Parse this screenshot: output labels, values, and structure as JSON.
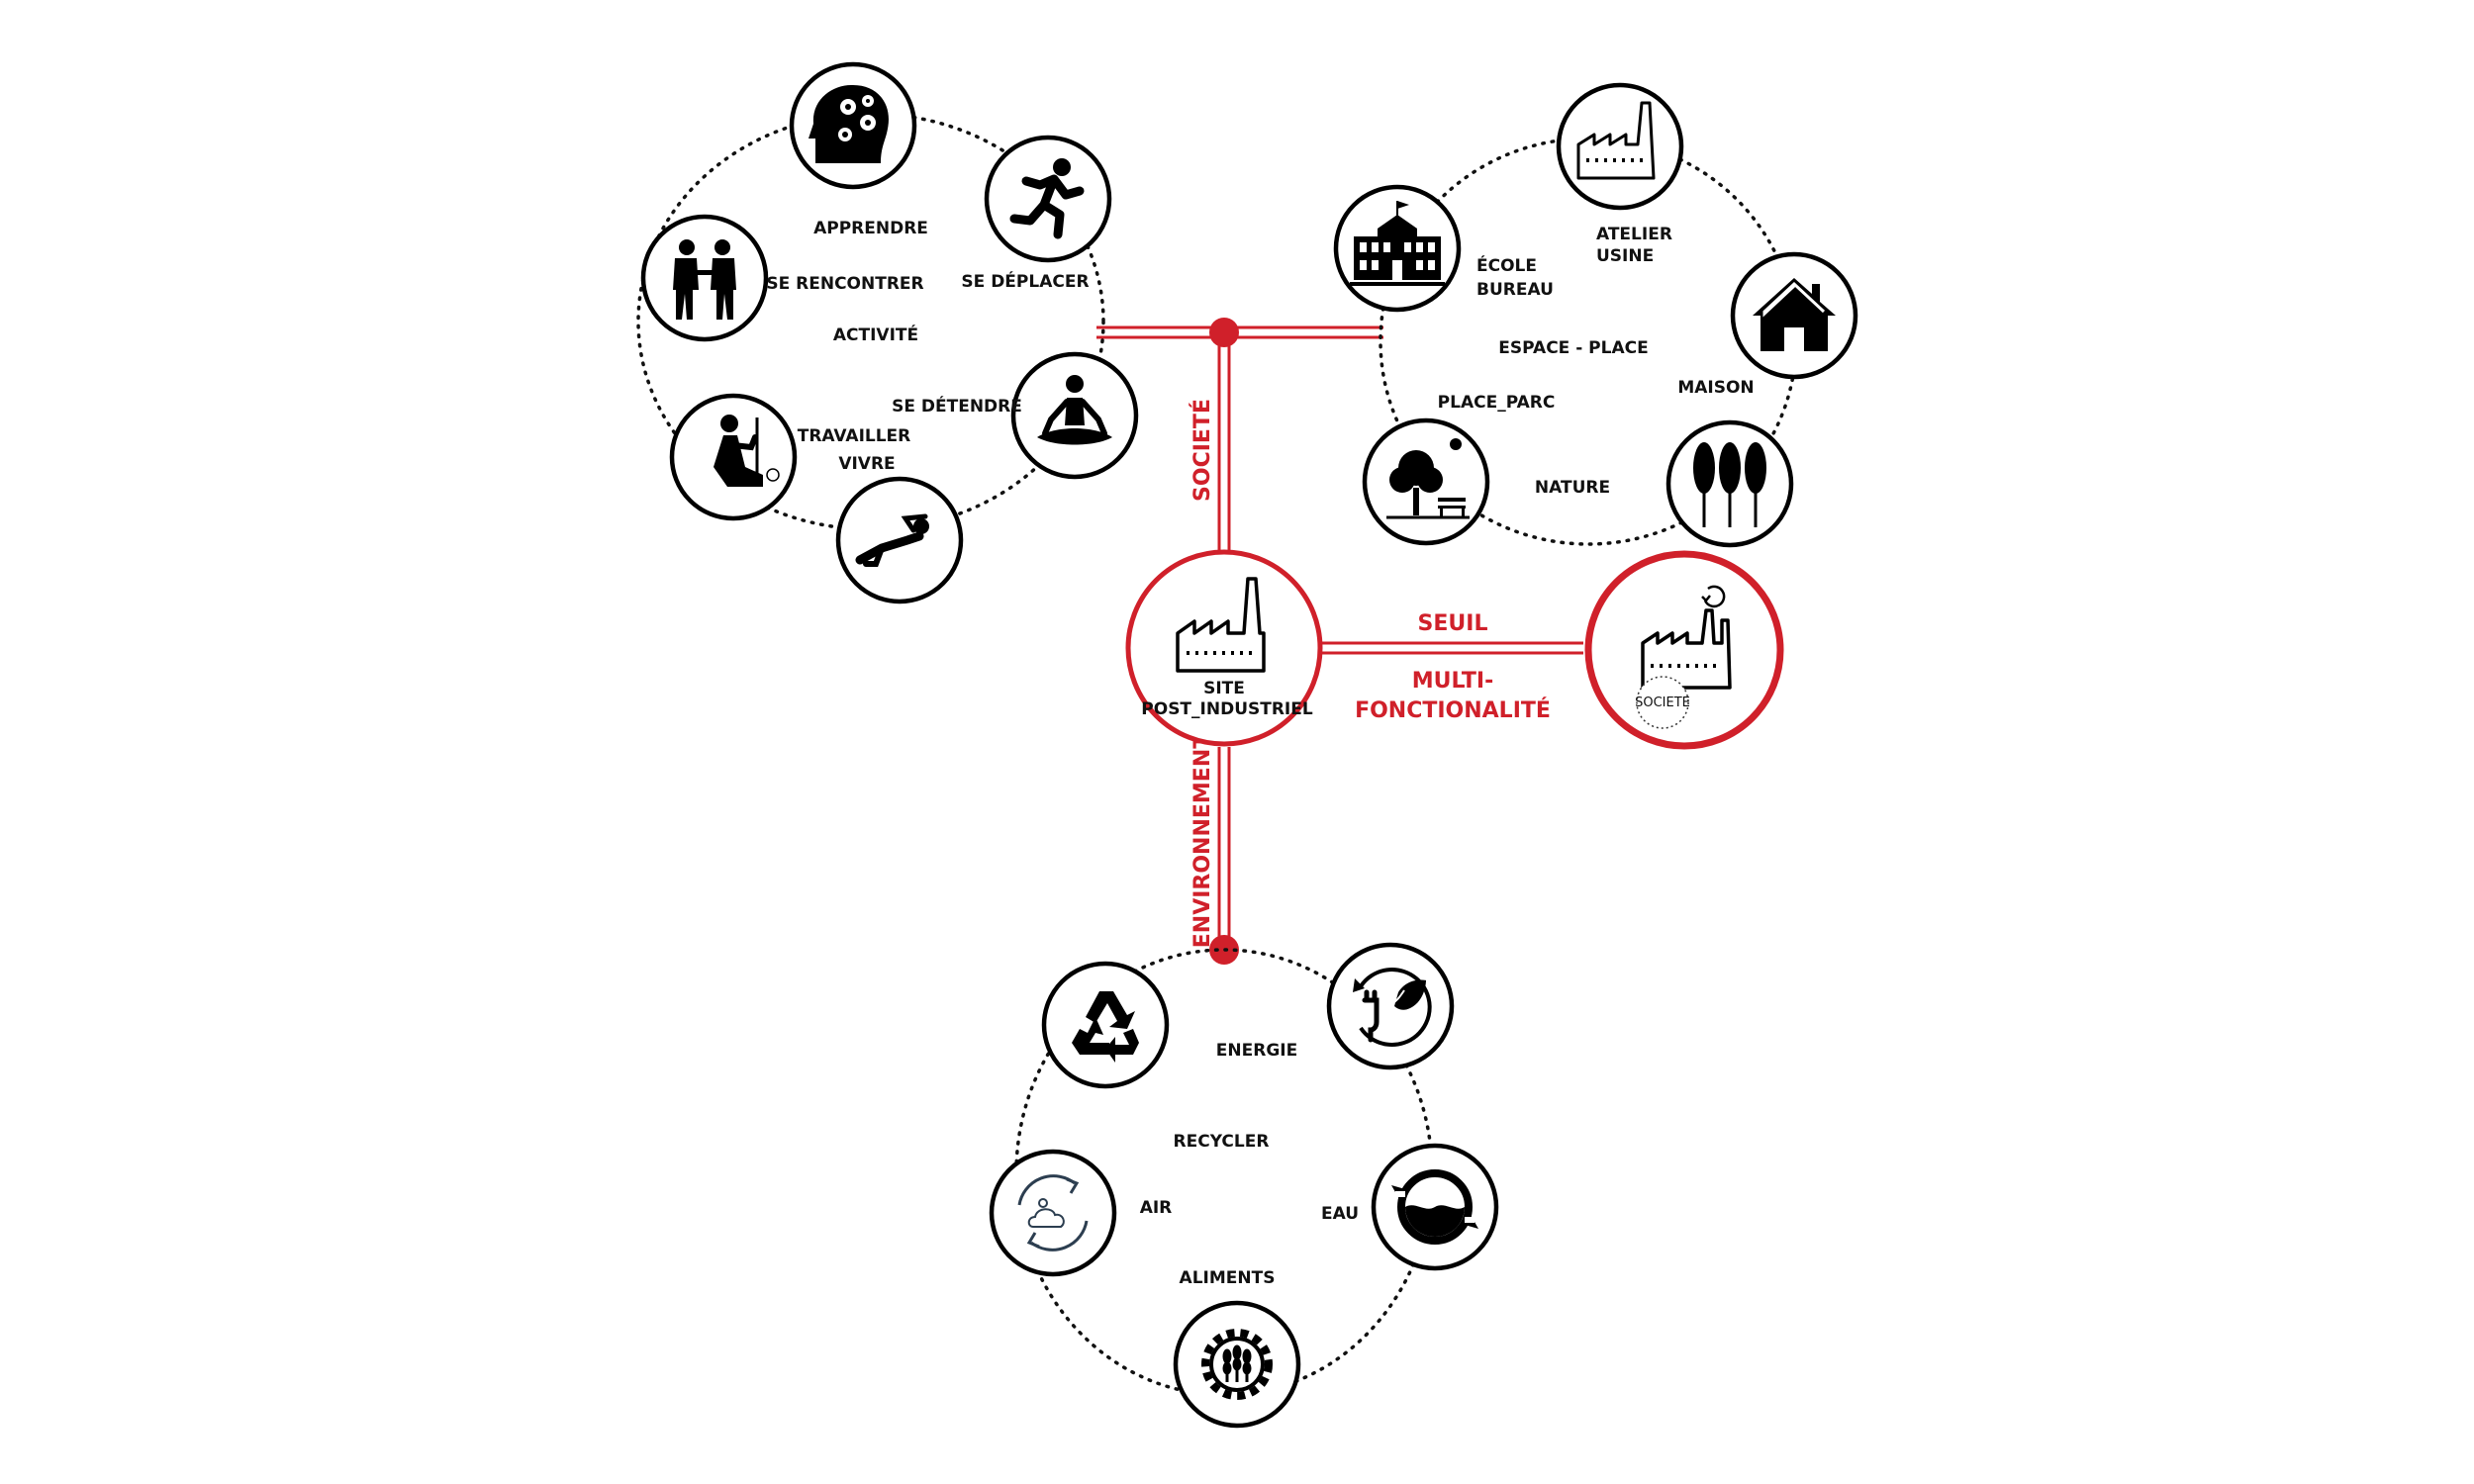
{
  "colors": {
    "accent": "#d0202a",
    "ink": "#111111",
    "background": "#ffffff"
  },
  "center": {
    "line1": "SITE",
    "line2": "POST_INDUSTRIEL",
    "icon": "factory-icon"
  },
  "connectors": {
    "societe": "SOCIETÉ",
    "environnement": "ENVIRONNEMENT",
    "seuil": "SEUIL",
    "multi_line1": "MULTI-",
    "multi_line2": "FONCTIONALITÉ"
  },
  "target": {
    "badge": "SOCIETE",
    "icon": "recycling-factory-icon"
  },
  "activity_cluster": {
    "title": "ACTIVITÉ",
    "labels": {
      "apprendre": "APPRENDRE",
      "se_rencontrer": "SE RENCONTRER",
      "se_deplacer": "SE DÉPLACER",
      "se_detendre": "SE DÉTENDRE",
      "travailler": "TRAVAILLER",
      "vivre": "VIVRE"
    }
  },
  "space_cluster": {
    "title": "ESPACE - PLACE",
    "labels": {
      "ecole": "ÉCOLE",
      "bureau": "BUREAU",
      "atelier": "ATELIER",
      "usine": "USINE",
      "maison": "MAISON",
      "place_parc": "PLACE_PARC",
      "nature": "NATURE"
    }
  },
  "environment_cluster": {
    "labels": {
      "energie": "ENERGIE",
      "recycler": "RECYCLER",
      "air": "AIR",
      "eau": "EAU",
      "aliments": "ALIMENTS"
    }
  }
}
